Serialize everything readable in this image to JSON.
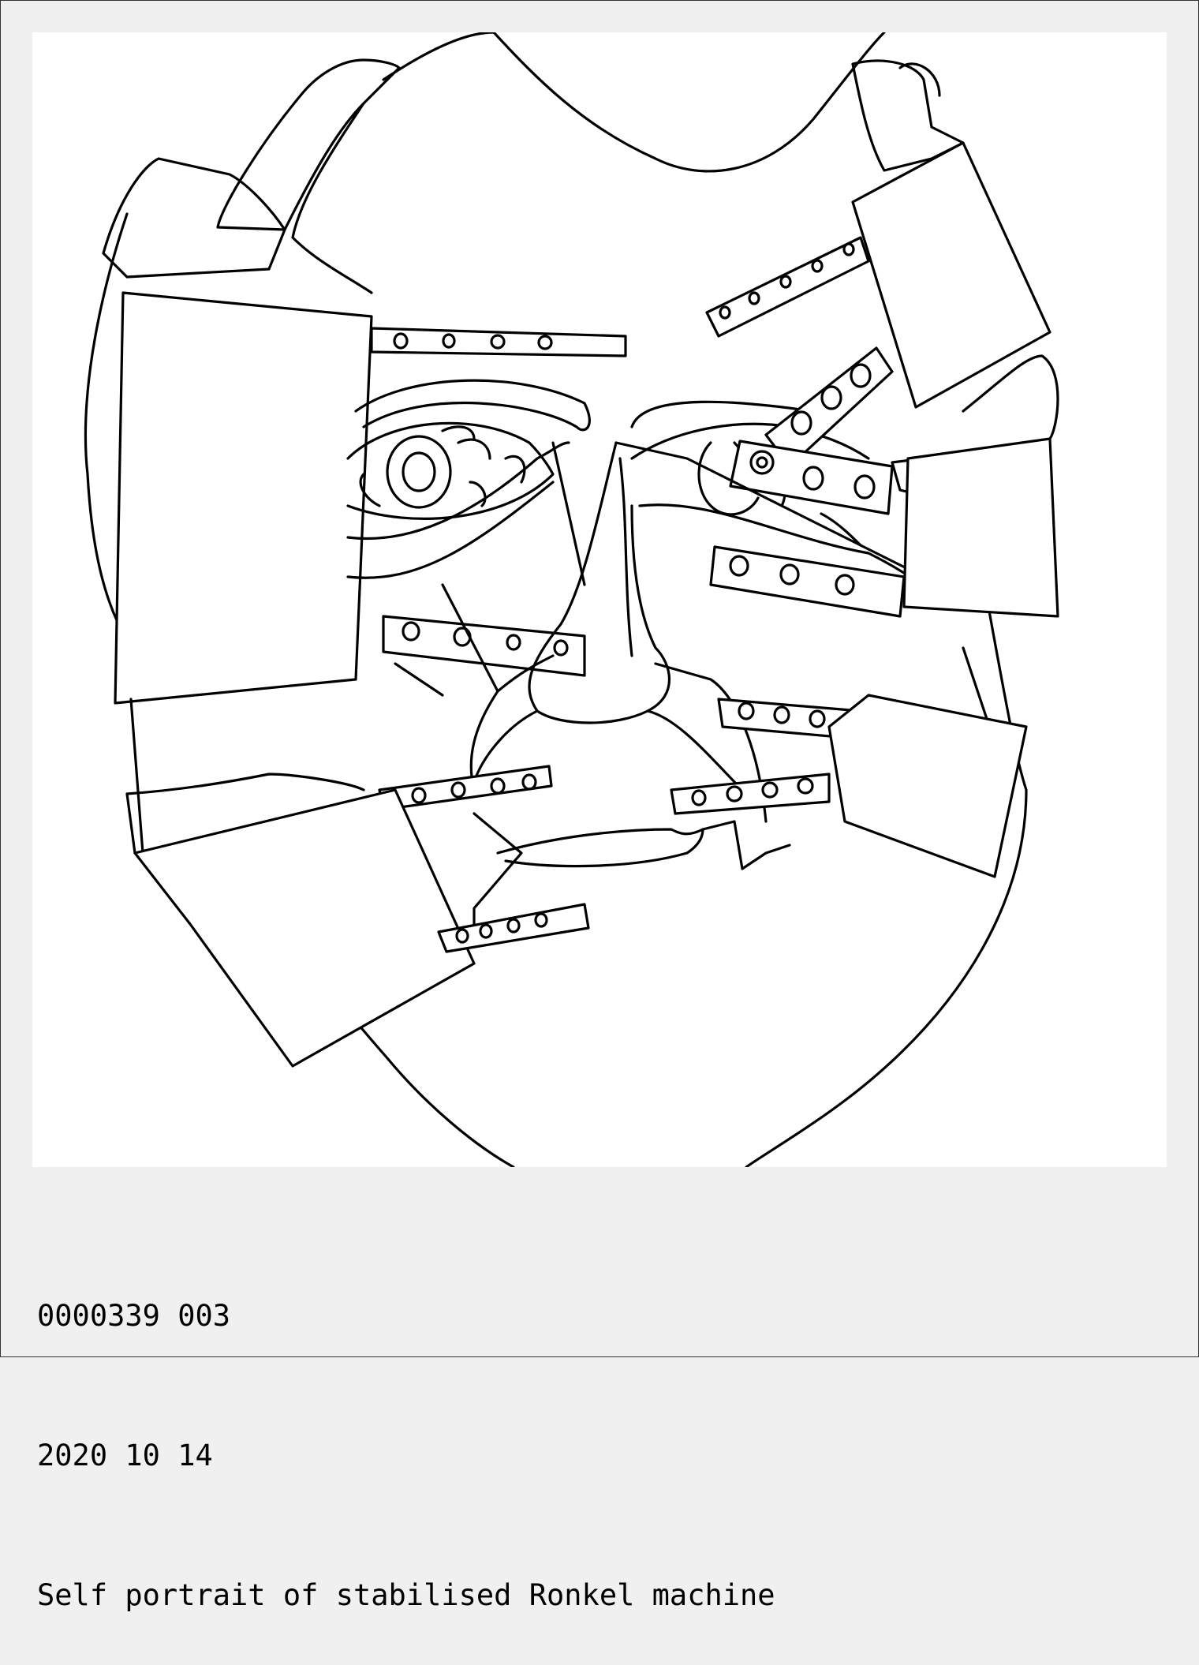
{
  "caption": {
    "line1": "0000339 003",
    "line2": "2020 10 14",
    "line3": "Self portrait of stabilised Ronkel machine"
  },
  "colors": {
    "background": "#f0f0f0",
    "canvas": "#ffffff",
    "ink": "#000000"
  }
}
